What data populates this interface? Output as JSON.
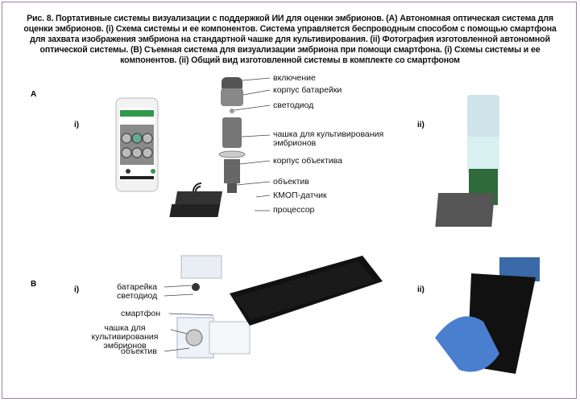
{
  "caption": "Рис. 8. Портативные системы визуализации с поддержкой ИИ для оценки эмбрионов. (A) Автономная оптическая система для оценки эмбрионов. (i) Схема системы и ее компонентов. Система управляется беспроводным способом с помощью смартфона для захвата изображения эмбриона на стандартной чашке для культивирования. (ii) Фотография изготовленной автономной оптической системы. (B) Съемная система для визуализации эмбриона при помощи смартфона. (i) Схемы системы и ее компонентов. (ii) Общий вид изготовленной системы в комплекте со смартфоном",
  "panel_a": {
    "label": "A",
    "sub_i": "i)",
    "sub_ii": "ii)",
    "parts": [
      "включение",
      "корпус батарейки",
      "светодиод",
      "чашка для культивирования эмбрионов",
      "корпус объектива",
      "объектив",
      "КМОП-датчик",
      "процессор"
    ]
  },
  "panel_b": {
    "label": "B",
    "sub_i": "i)",
    "sub_ii": "ii)",
    "parts": [
      "батарейка",
      "светодиод",
      "смартфон",
      "чашка для культивирования эмбрионов",
      "объектив"
    ]
  },
  "colors": {
    "frame": "#9b7fa8",
    "phone_green": "#2e9a4a",
    "glove": "#4a7fd0"
  }
}
